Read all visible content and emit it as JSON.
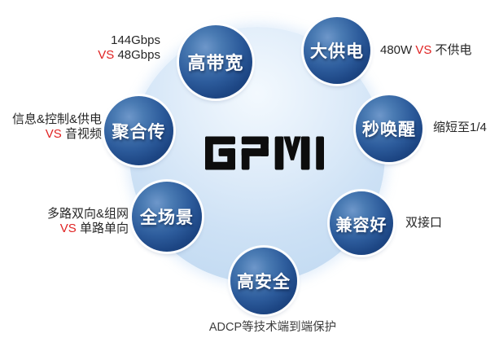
{
  "brand": {
    "logo_text": "GPMI"
  },
  "colors": {
    "accent_red": "#e02222",
    "node_blue_dark": "#163667",
    "node_blue_mid": "#2d5c9c",
    "node_blue_highlight": "#6e97ca",
    "halo_blue": "#bdd7f0",
    "logo_black": "#0d0d0d",
    "text_dark": "#262626",
    "caption_gray": "#3f3f3f"
  },
  "nodes": [
    {
      "id": "bandwidth",
      "label": "高带宽",
      "annotation": {
        "line1": "144Gbps",
        "vs": "VS",
        "line2": "48Gbps"
      }
    },
    {
      "id": "power",
      "label": "大供电",
      "annotation": {
        "line1": "480W",
        "vs": "VS",
        "line2": "不供电"
      }
    },
    {
      "id": "aggregate",
      "label": "聚合传",
      "annotation": {
        "line1": "信息&控制&供电",
        "vs": "VS",
        "line2": "音视频"
      }
    },
    {
      "id": "wake",
      "label": "秒唤醒",
      "annotation": {
        "text": "缩短至1/4"
      }
    },
    {
      "id": "scene",
      "label": "全场景",
      "annotation": {
        "line1": "多路双向&组网",
        "vs": "VS",
        "line2": "单路单向"
      }
    },
    {
      "id": "compat",
      "label": "兼容好",
      "annotation": {
        "text": "双接口"
      }
    },
    {
      "id": "security",
      "label": "高安全",
      "annotation": {
        "text": "ADCP等技术端到端保护"
      }
    }
  ]
}
